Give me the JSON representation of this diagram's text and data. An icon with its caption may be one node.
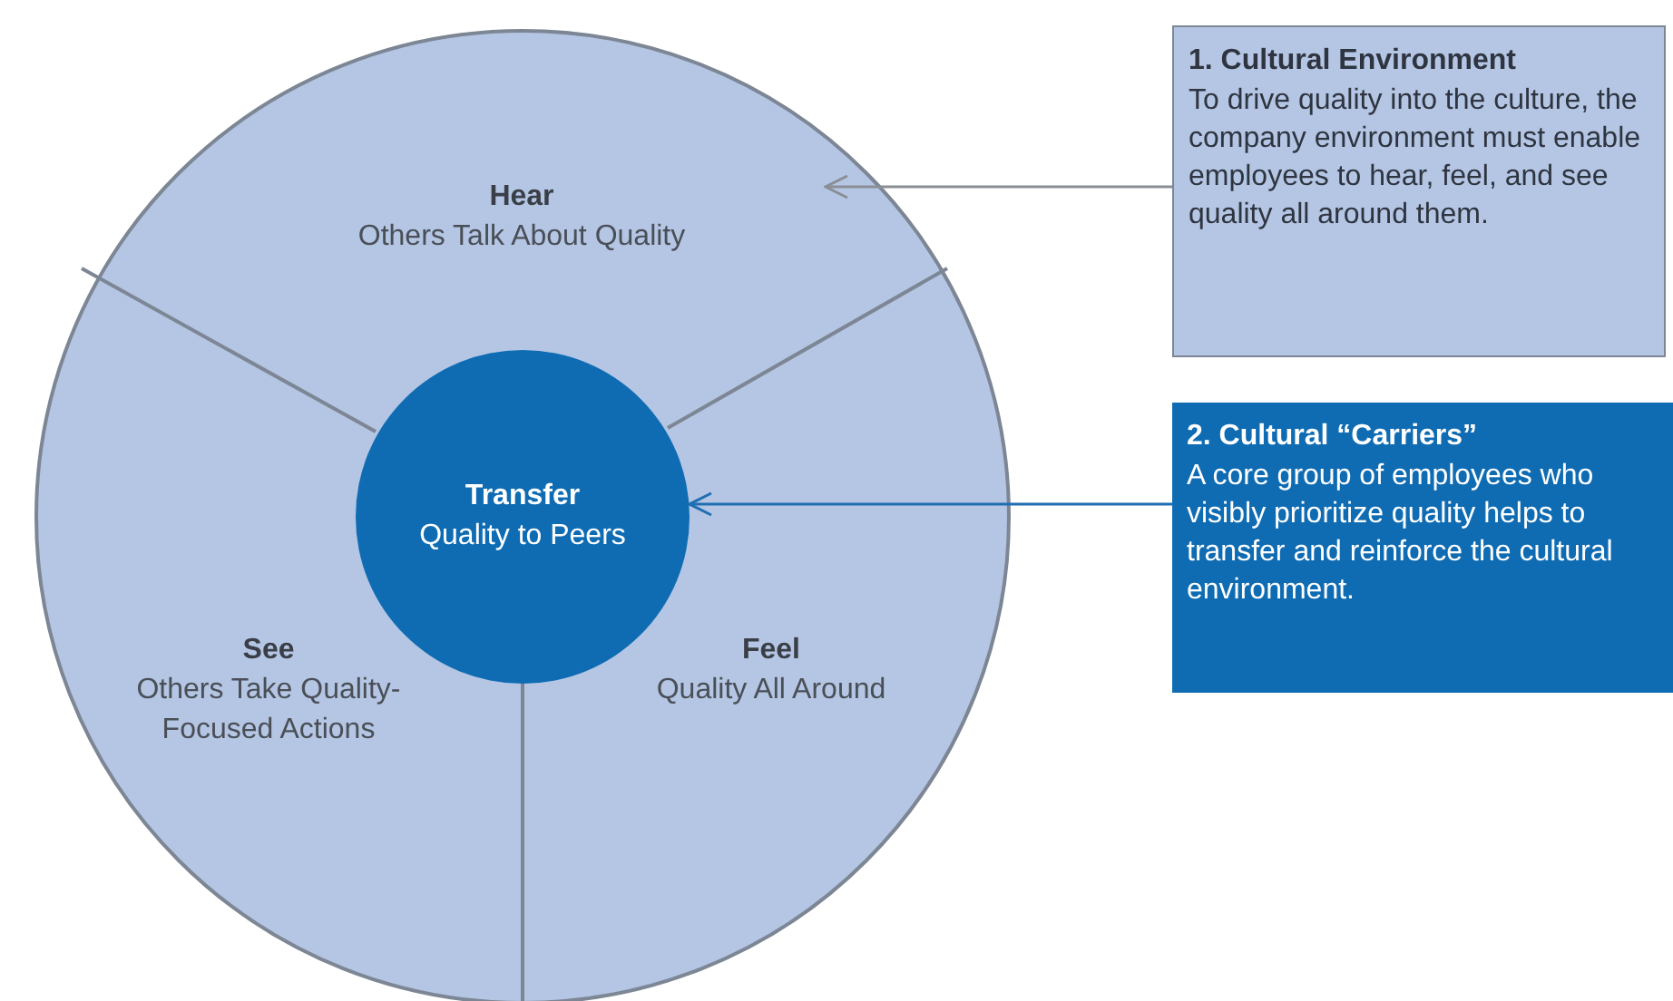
{
  "diagram": {
    "nodes": [
      {
        "text": [
          "Hear",
          "Others Talk About Quality"
        ]
      },
      {
        "text": [
          "Transfer",
          "Quality to Peers"
        ]
      },
      {
        "text": [
          "See",
          "Others Take Quality-Focused Actions"
        ]
      },
      {
        "text": [
          "Feel",
          "Quality All Around"
        ]
      },
      {
        "text": [
          "1. Cultural Environment",
          "To drive quality into the culture, the company environment must enable employees to hear, feel, and see quality all around them."
        ]
      },
      {
        "text": [
          "2. Cultural “Carriers”",
          "A core group of employees who visibly prioritize quality helps to transfer and reinforce the cultural environment."
        ]
      }
    ],
    "edges": [
      {
        "from": 4,
        "to": 0,
        "arrow": "to",
        "color": "#8a8f96"
      },
      {
        "from": 5,
        "to": 1,
        "arrow": "to",
        "color": "#1f6fb2"
      }
    ]
  }
}
